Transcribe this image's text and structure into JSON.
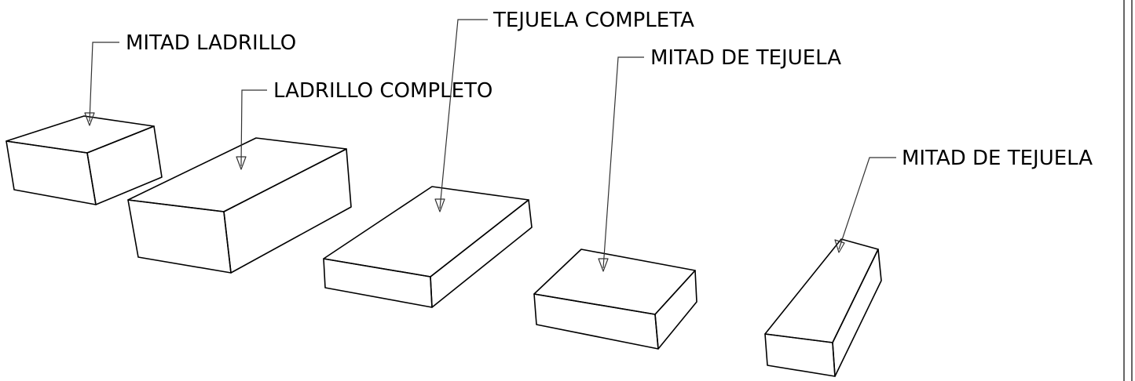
{
  "labels": {
    "half_brick": "MITAD LADRILLO",
    "full_brick": "LADRILLO COMPLETO",
    "full_tile": "TEJUELA COMPLETA",
    "half_tile_1": "MITAD DE TEJUELA",
    "half_tile_2": "MITAD DE TEJUELA"
  },
  "colors": {
    "stroke": "#000000",
    "leader": "#333333",
    "background": "#ffffff"
  }
}
